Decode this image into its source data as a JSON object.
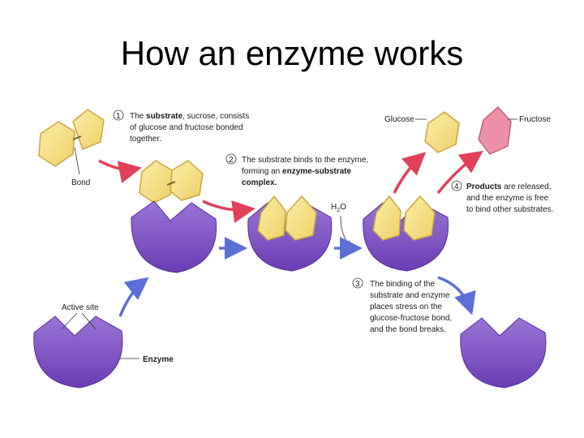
{
  "slide": {
    "title": "How an enzyme works"
  },
  "steps": [
    {
      "number": "1",
      "lines": [
        {
          "pre": "The ",
          "bold": "substrate",
          "post": ", sucrose, consists"
        },
        {
          "pre": "of glucose and fructose bonded",
          "bold": "",
          "post": ""
        },
        {
          "pre": "together.",
          "bold": "",
          "post": ""
        }
      ]
    },
    {
      "number": "2",
      "lines": [
        {
          "pre": "The substrate binds to the enzyme,",
          "bold": "",
          "post": ""
        },
        {
          "pre": "forming an ",
          "bold": "enzyme-substrate",
          "post": ""
        },
        {
          "pre": "",
          "bold": "complex.",
          "post": ""
        }
      ]
    },
    {
      "number": "3",
      "lines": [
        {
          "pre": "The binding of the",
          "bold": "",
          "post": ""
        },
        {
          "pre": "substrate and enzyme",
          "bold": "",
          "post": ""
        },
        {
          "pre": "places stress on the",
          "bold": "",
          "post": ""
        },
        {
          "pre": "glucose-fructose bond,",
          "bold": "",
          "post": ""
        },
        {
          "pre": "and the bond breaks.",
          "bold": "",
          "post": ""
        }
      ]
    },
    {
      "number": "4",
      "lines": [
        {
          "pre": "",
          "bold": "Products",
          "post": " are released,"
        },
        {
          "pre": "and the enzyme is free",
          "bold": "",
          "post": ""
        },
        {
          "pre": "to bind other substrates.",
          "bold": "",
          "post": ""
        }
      ]
    }
  ],
  "labels": {
    "bond": "Bond",
    "glucose": "Glucose",
    "fructose": "Fructose",
    "water_h": "H",
    "water_sub": "2",
    "water_o": "O",
    "active_site": "Active site",
    "enzyme": "Enzyme"
  },
  "colors": {
    "enzyme": "#7a4cc0",
    "enzyme_dark": "#5a2f98",
    "substrate": "#f6df84",
    "substrate_edge": "#c9a640",
    "fructose": "#ee8fa8",
    "red_arrow": "#e0405a",
    "blue_arrow": "#5b6fd6"
  }
}
